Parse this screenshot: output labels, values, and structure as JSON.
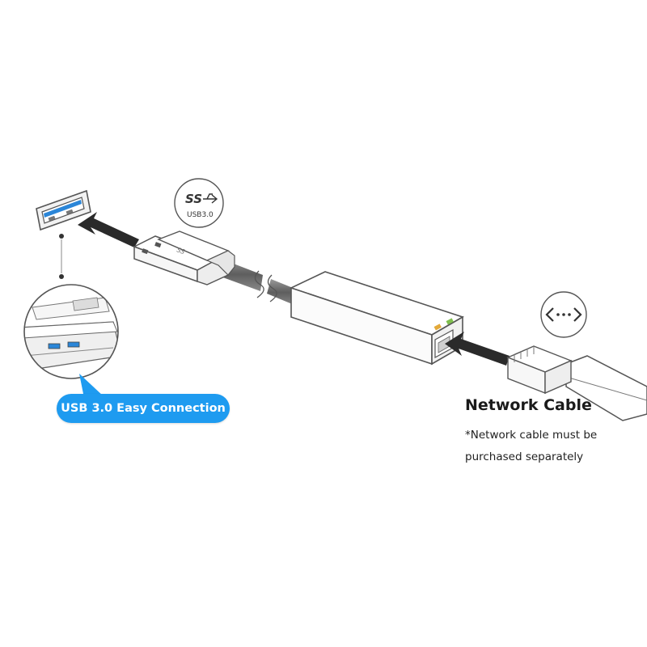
{
  "labels": {
    "callout": "USB 3.0 Easy Connection",
    "cable_title": "Network Cable",
    "cable_note_line1": "*Network cable must be",
    "cable_note_line2": "purchased separately",
    "usb_badge_top": "SS",
    "usb_badge_bottom": "USB3.0",
    "usb_plug_mark": "SS"
  },
  "icons": {
    "usb_logo": "superspeed-usb-icon",
    "network_symbol": "network-arrows-icon"
  },
  "colors": {
    "accent": "#1e9bf0",
    "arrow": "#2a2a2a",
    "outline": "#555555",
    "port_blue": "#2b86d8"
  }
}
